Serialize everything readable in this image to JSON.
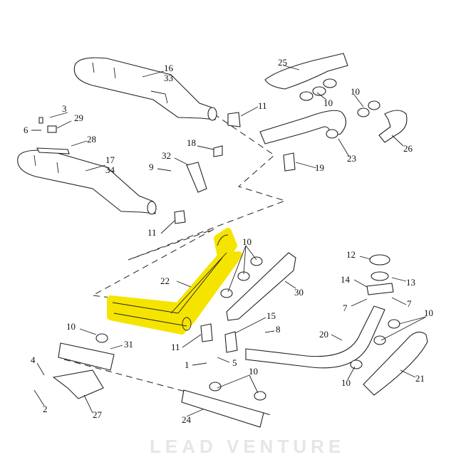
{
  "diagram": {
    "watermark": "LEAD VENTURE",
    "highlight_color": "#f5e400",
    "highlighted_part": "22",
    "callouts": [
      "16",
      "33",
      "3",
      "29",
      "6",
      "28",
      "17",
      "34",
      "11",
      "25",
      "10",
      "10",
      "18",
      "32",
      "9",
      "19",
      "23",
      "26",
      "11",
      "10",
      "22",
      "30",
      "12",
      "13",
      "14",
      "7",
      "7",
      "10",
      "20",
      "15",
      "8",
      "10",
      "31",
      "11",
      "1",
      "5",
      "10",
      "4",
      "2",
      "27",
      "24",
      "10",
      "21"
    ]
  }
}
